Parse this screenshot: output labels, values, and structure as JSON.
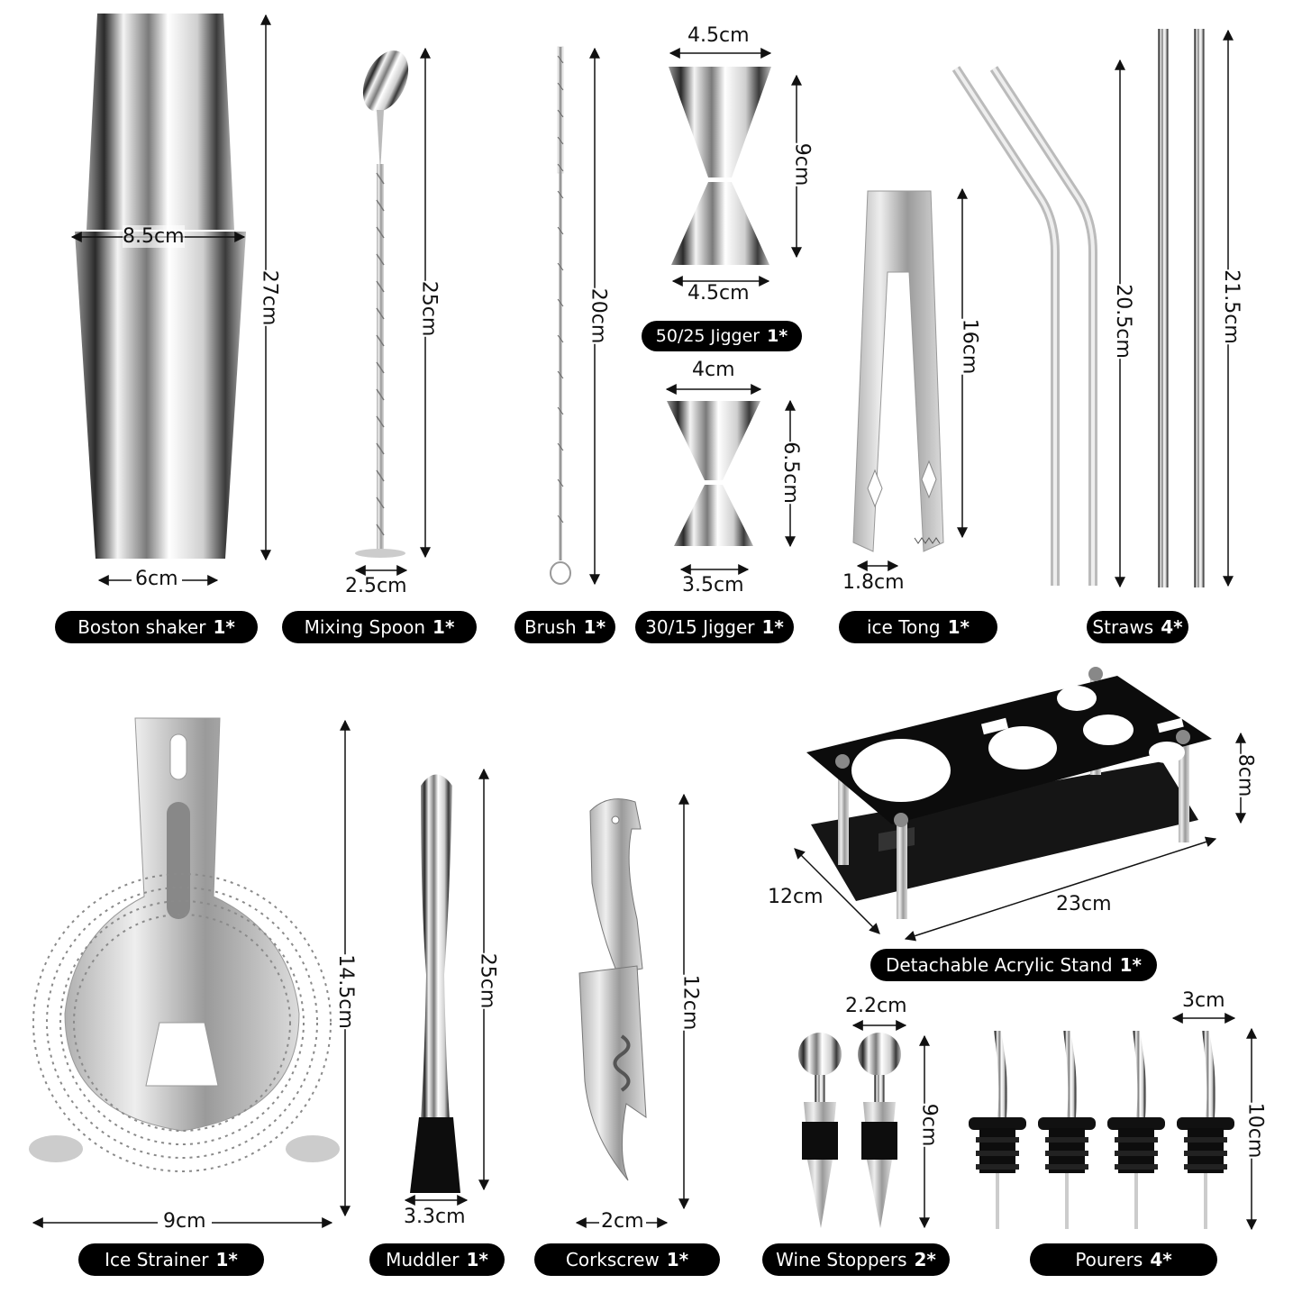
{
  "products": {
    "boston_shaker": {
      "name": "Boston shaker",
      "qty": "1*",
      "height": "27cm",
      "top_width": "8.5cm",
      "bottom_width": "6cm"
    },
    "mixing_spoon": {
      "name": "Mixing Spoon",
      "qty": "1*",
      "length": "25cm",
      "base_width": "2.5cm"
    },
    "brush": {
      "name": "Brush",
      "qty": "1*",
      "length": "20cm"
    },
    "jigger_50_25": {
      "name": "50/25 Jigger",
      "qty": "1*",
      "top_width": "4.5cm",
      "bottom_width": "4.5cm",
      "height": "9cm"
    },
    "jigger_30_15": {
      "name": "30/15 Jigger",
      "qty": "1*",
      "top_width": "4cm",
      "bottom_width": "3.5cm",
      "height": "6.5cm"
    },
    "ice_tong": {
      "name": "ice Tong",
      "qty": "1*",
      "length": "16cm",
      "width": "1.8cm"
    },
    "straws": {
      "name": "Straws",
      "qty": "4*",
      "bent_length": "20.5cm",
      "straight_length": "21.5cm"
    },
    "ice_strainer": {
      "name": "Ice Strainer",
      "qty": "1*",
      "height": "14.5cm",
      "width": "9cm"
    },
    "muddler": {
      "name": "Muddler",
      "qty": "1*",
      "length": "25cm",
      "base_width": "3.3cm"
    },
    "corkscrew": {
      "name": "Corkscrew",
      "qty": "1*",
      "length": "12cm",
      "width": "2cm"
    },
    "acrylic_stand": {
      "name": "Detachable Acrylic Stand",
      "qty": "1*",
      "length": "23cm",
      "depth": "12cm",
      "height": "8cm"
    },
    "wine_stoppers": {
      "name": "Wine Stoppers",
      "qty": "2*",
      "width": "2.2cm",
      "height": "9cm"
    },
    "pourers": {
      "name": "Pourers",
      "qty": "4*",
      "width": "3cm",
      "height": "10cm"
    }
  },
  "colors": {
    "label_bg": "#000000",
    "label_text": "#ffffff",
    "metal_light": "#e8e8e8",
    "metal_dark": "#5a5a5a",
    "acrylic": "#111111"
  }
}
